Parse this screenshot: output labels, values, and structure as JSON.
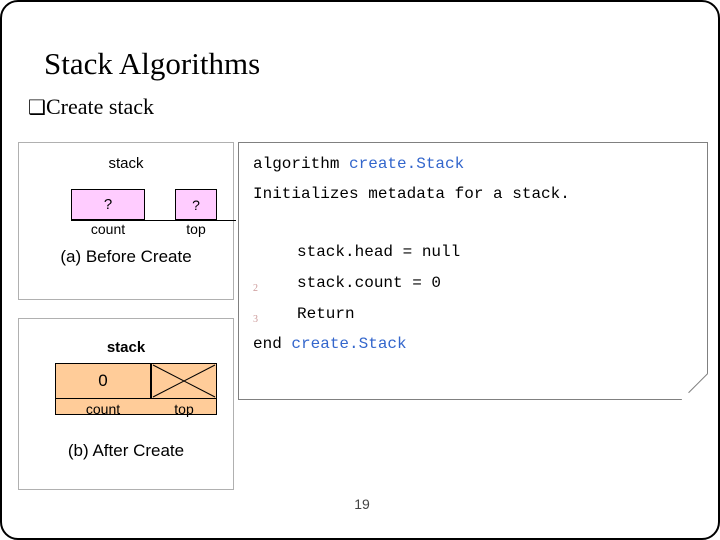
{
  "slide": {
    "title": "Stack Algorithms",
    "bullet_marker": "❑",
    "bullet_text": "Create stack",
    "page_number": "19"
  },
  "figure_a": {
    "header": "stack",
    "count_value": "?",
    "top_value": "?",
    "count_label": "count",
    "top_label": "top",
    "caption": "(a) Before Create"
  },
  "figure_b": {
    "header": "stack",
    "count_value": "0",
    "top_value": "",
    "count_label": "count",
    "top_label": "top",
    "caption": "(b) After Create"
  },
  "code": {
    "line1_kw": "algorithm ",
    "line1_name": "create.Stack",
    "line2": "Initializes metadata for a stack.",
    "steps": [
      {
        "num": "",
        "text": "stack.head = null"
      },
      {
        "num": "2",
        "text": "stack.count = 0"
      },
      {
        "num": "3",
        "text": "Return"
      }
    ],
    "end_kw": "end ",
    "end_name": "create.Stack"
  },
  "colors": {
    "pink": "#ffccff",
    "orange": "#ffcc99",
    "code_blue": "#3366cc",
    "line_number": "#cc9999"
  }
}
